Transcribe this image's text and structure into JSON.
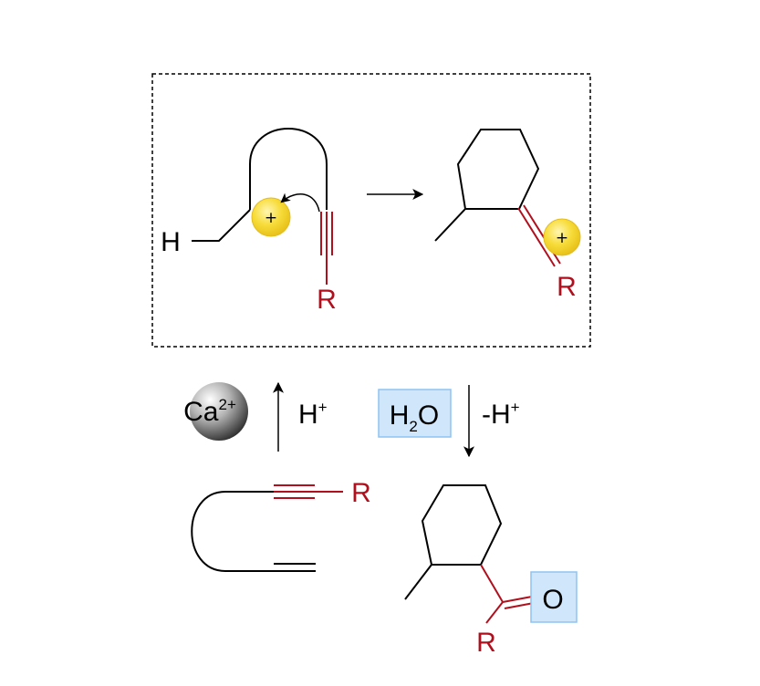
{
  "colors": {
    "bond": "#000000",
    "accent": "#b0101e",
    "cation_fill": "#f5d630",
    "highlight_box": "#cfe6fb",
    "highlight_border": "#8ec3f2",
    "box_border": "#000000"
  },
  "labels": {
    "hydrogen": "H",
    "r_substituent": "R",
    "plus": "+",
    "calcium": "Ca",
    "calcium_charge": "2+",
    "proton": "H",
    "proton_charge": "+",
    "water_h": "H",
    "water_sub": "2",
    "water_o": "O",
    "deprotonation": "-H",
    "deprotonation_charge": "+",
    "oxygen": "O"
  }
}
